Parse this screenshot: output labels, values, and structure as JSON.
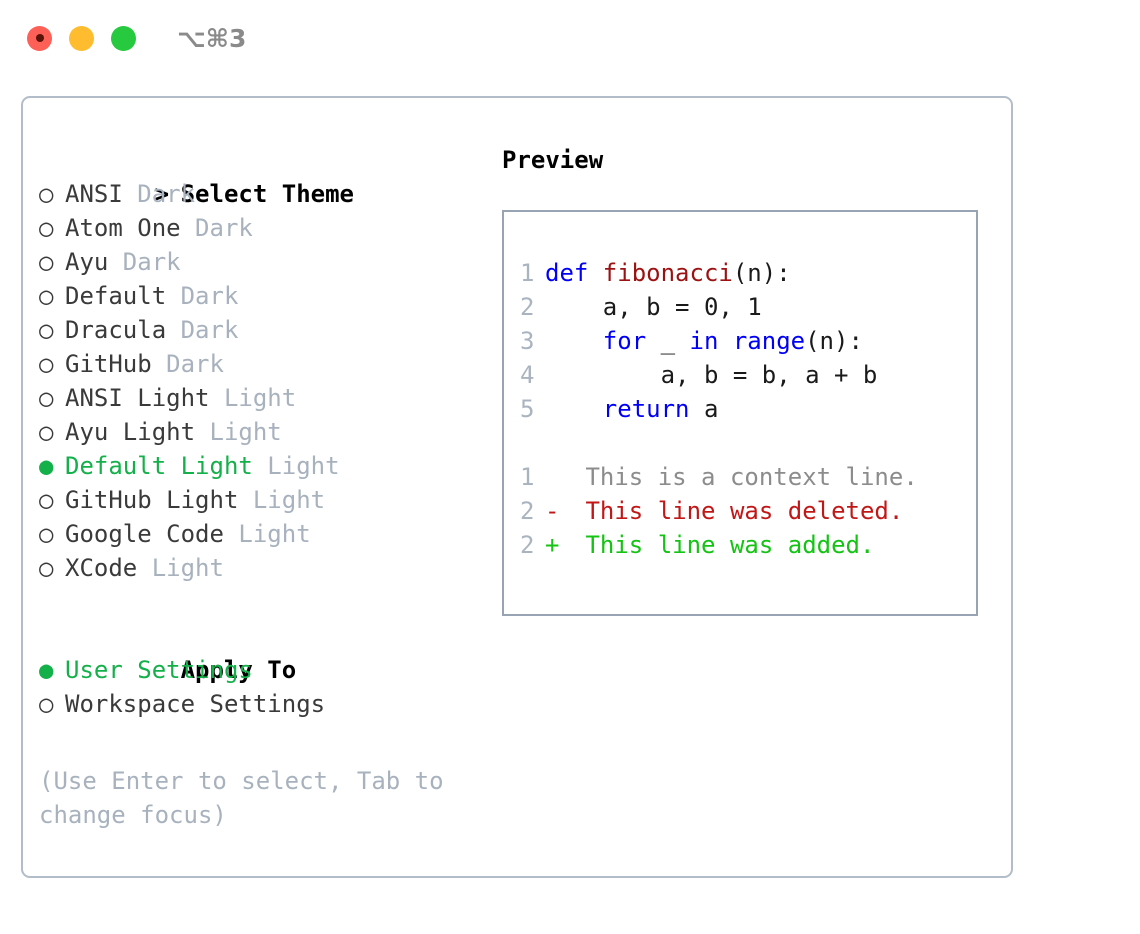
{
  "titlebar": {
    "shortcut": "⌥⌘3",
    "buttons": [
      {
        "name": "close",
        "color": "#fe5f57"
      },
      {
        "name": "minimize",
        "color": "#febc2e"
      },
      {
        "name": "maximize",
        "color": "#27c93f"
      }
    ]
  },
  "theme_picker": {
    "heading": "Select Theme",
    "heading_marker": ">",
    "marker_selected": "●",
    "marker_unselected": "○",
    "selected_color": "#14b04a",
    "tag_color": "#a8b2be",
    "items": [
      {
        "label": "ANSI",
        "tag": "Dark",
        "selected": false
      },
      {
        "label": "Atom One",
        "tag": "Dark",
        "selected": false
      },
      {
        "label": "Ayu",
        "tag": "Dark",
        "selected": false
      },
      {
        "label": "Default",
        "tag": "Dark",
        "selected": false
      },
      {
        "label": "Dracula",
        "tag": "Dark",
        "selected": false
      },
      {
        "label": "GitHub",
        "tag": "Dark",
        "selected": false
      },
      {
        "label": "ANSI Light",
        "tag": "Light",
        "selected": false
      },
      {
        "label": "Ayu Light",
        "tag": "Light",
        "selected": false
      },
      {
        "label": "Default Light",
        "tag": "Light",
        "selected": true
      },
      {
        "label": "GitHub Light",
        "tag": "Light",
        "selected": false
      },
      {
        "label": "Google Code",
        "tag": "Light",
        "selected": false
      },
      {
        "label": "XCode",
        "tag": "Light",
        "selected": false
      }
    ]
  },
  "apply_to": {
    "heading": "Apply To",
    "items": [
      {
        "label": "User Settings",
        "selected": true
      },
      {
        "label": "Workspace Settings",
        "selected": false
      }
    ]
  },
  "hint": "(Use Enter to select, Tab to change focus)",
  "preview": {
    "title": "Preview",
    "code_lines": [
      {
        "num": "1",
        "tokens": [
          {
            "t": "def ",
            "c": "kw"
          },
          {
            "t": "fibonacci",
            "c": "fn"
          },
          {
            "t": "(n):",
            "c": "plain"
          }
        ]
      },
      {
        "num": "2",
        "tokens": [
          {
            "t": "    a, b = 0, 1",
            "c": "plain"
          }
        ]
      },
      {
        "num": "3",
        "tokens": [
          {
            "t": "    for ",
            "c": "kw"
          },
          {
            "t": "_ ",
            "c": "plain"
          },
          {
            "t": "in ",
            "c": "kw"
          },
          {
            "t": "range",
            "c": "kw"
          },
          {
            "t": "(n):",
            "c": "plain"
          }
        ]
      },
      {
        "num": "4",
        "tokens": [
          {
            "t": "        a, b = b, a + b",
            "c": "plain"
          }
        ]
      },
      {
        "num": "5",
        "tokens": [
          {
            "t": "    return ",
            "c": "kw"
          },
          {
            "t": "a",
            "c": "plain"
          }
        ]
      }
    ],
    "diff_lines": [
      {
        "num": "1",
        "marker": " ",
        "text": " This is a context line.",
        "kind": "ctx"
      },
      {
        "num": "2",
        "marker": "-",
        "text": " This line was deleted.",
        "kind": "del"
      },
      {
        "num": "2",
        "marker": "+",
        "text": " This line was added.",
        "kind": "add"
      }
    ]
  }
}
